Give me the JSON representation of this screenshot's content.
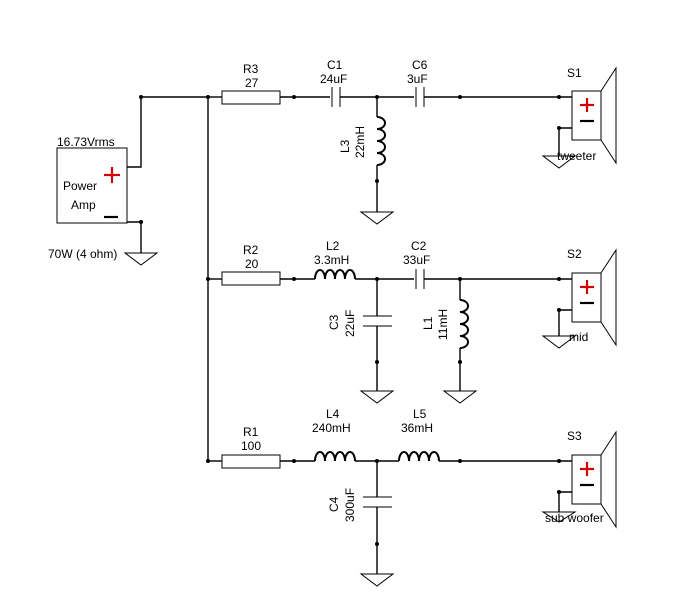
{
  "source": {
    "voltage": "16.73Vrms",
    "line1": "Power",
    "line2": "Amp",
    "rating": "70W (4 ohm)"
  },
  "components": {
    "R3": {
      "name": "R3",
      "value": "27"
    },
    "R2": {
      "name": "R2",
      "value": "20"
    },
    "R1": {
      "name": "R1",
      "value": "100"
    },
    "C1": {
      "name": "C1",
      "value": "24uF"
    },
    "C6": {
      "name": "C6",
      "value": "3uF"
    },
    "L3": {
      "name": "L3",
      "value": "22mH"
    },
    "L2": {
      "name": "L2",
      "value": "3.3mH"
    },
    "C2": {
      "name": "C2",
      "value": "33uF"
    },
    "C3": {
      "name": "C3",
      "value": "22uF"
    },
    "L1": {
      "name": "L1",
      "value": "11mH"
    },
    "L4": {
      "name": "L4",
      "value": "240mH"
    },
    "L5": {
      "name": "L5",
      "value": "36mH"
    },
    "C4": {
      "name": "C4",
      "value": "300uF"
    }
  },
  "speakers": {
    "S1": {
      "name": "S1",
      "label": "tweeter"
    },
    "S2": {
      "name": "S2",
      "label": "mid"
    },
    "S3": {
      "name": "S3",
      "label": "sub woofer"
    }
  },
  "colors": {
    "polarity_plus": "#d40000",
    "wire": "#000000"
  }
}
